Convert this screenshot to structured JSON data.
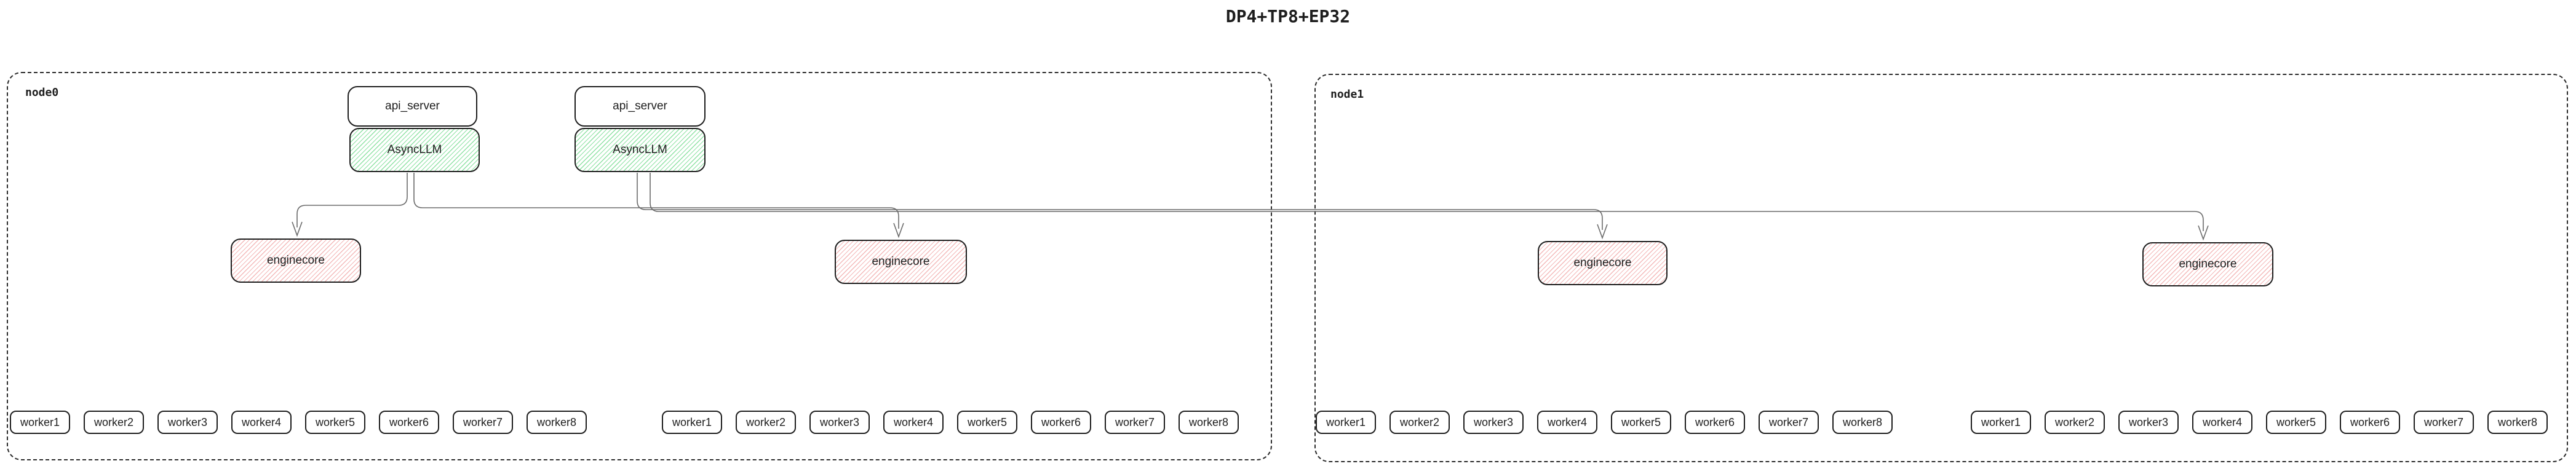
{
  "title": "DP4+TP8+EP32",
  "colors": {
    "box_border": "#1e1e1e",
    "node_border_dashed": "#2b2b2b",
    "asyncllm_hatch_green": "#8fe2a4",
    "enginecore_hatch_red": "#f4b9b9",
    "connector_gray": "#6b6b6b",
    "background": "#ffffff",
    "text": "#1e1e1e"
  },
  "node0": {
    "label": "node0",
    "stacks": [
      {
        "api_server_label": "api_server",
        "asyncllm_label": "AsyncLLM"
      },
      {
        "api_server_label": "api_server",
        "asyncllm_label": "AsyncLLM"
      }
    ],
    "enginecores": [
      "enginecore",
      "enginecore"
    ],
    "worker_groups": [
      [
        "worker1",
        "worker2",
        "worker3",
        "worker4",
        "worker5",
        "worker6",
        "worker7",
        "worker8"
      ],
      [
        "worker1",
        "worker2",
        "worker3",
        "worker4",
        "worker5",
        "worker6",
        "worker7",
        "worker8"
      ]
    ]
  },
  "node1": {
    "label": "node1",
    "enginecores": [
      "enginecore",
      "enginecore"
    ],
    "worker_groups": [
      [
        "worker1",
        "worker2",
        "worker3",
        "worker4",
        "worker5",
        "worker6",
        "worker7",
        "worker8"
      ],
      [
        "worker1",
        "worker2",
        "worker3",
        "worker4",
        "worker5",
        "worker6",
        "worker7",
        "worker8"
      ]
    ]
  }
}
